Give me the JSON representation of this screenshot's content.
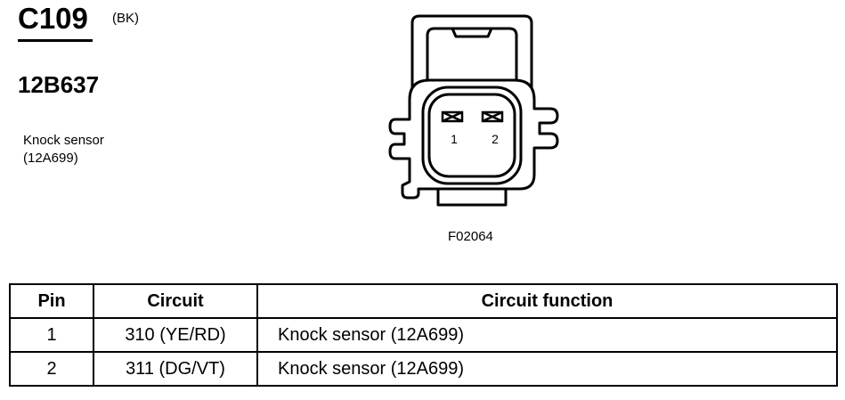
{
  "connector": {
    "id": "C109",
    "color": "(BK)",
    "part_number": "12B637",
    "device_line1": "Knock sensor",
    "device_line2": "(12A699)"
  },
  "figure": {
    "code": "F02064",
    "pin_labels": [
      "1",
      "2"
    ]
  },
  "table": {
    "headers": [
      "Pin",
      "Circuit",
      "Circuit function"
    ],
    "rows": [
      {
        "pin": "1",
        "circuit": "310 (YE/RD)",
        "function": "Knock sensor (12A699)"
      },
      {
        "pin": "2",
        "circuit": "311 (DG/VT)",
        "function": "Knock sensor (12A699)"
      }
    ]
  }
}
